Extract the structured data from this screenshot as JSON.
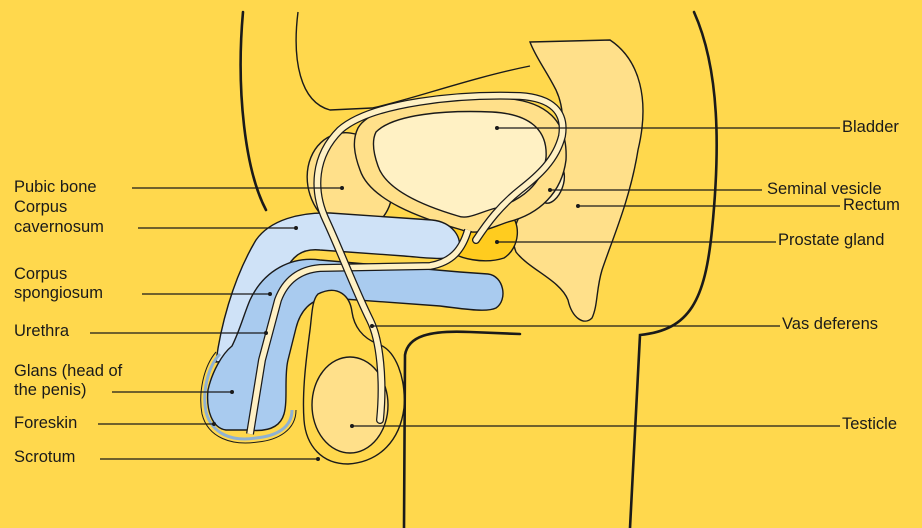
{
  "colors": {
    "background": "#FFD84D",
    "light_organ": "#FFF1C4",
    "mid_organ": "#FFE08A",
    "prostate": "#FFCC1F",
    "cavernosum": "#CFE2F7",
    "spongiosum": "#A9CBEF",
    "foreskin": "#8FB1D2"
  },
  "labels": {
    "bladder": "Bladder",
    "seminal_vesicle": "Seminal vesicle",
    "rectum": "Rectum",
    "prostate_gland": "Prostate gland",
    "vas_deferens": "Vas deferens",
    "testicle": "Testicle",
    "pubic_bone": "Pubic bone",
    "corpus_cavernosum_line1": "Corpus",
    "corpus_cavernosum_line2": "cavernosum",
    "corpus_spongiosum_line1": "Corpus",
    "corpus_spongiosum_line2": "spongiosum",
    "urethra": "Urethra",
    "glans_line1": "Glans (head of",
    "glans_line2": "the penis)",
    "foreskin": "Foreskin",
    "scrotum": "Scrotum"
  }
}
